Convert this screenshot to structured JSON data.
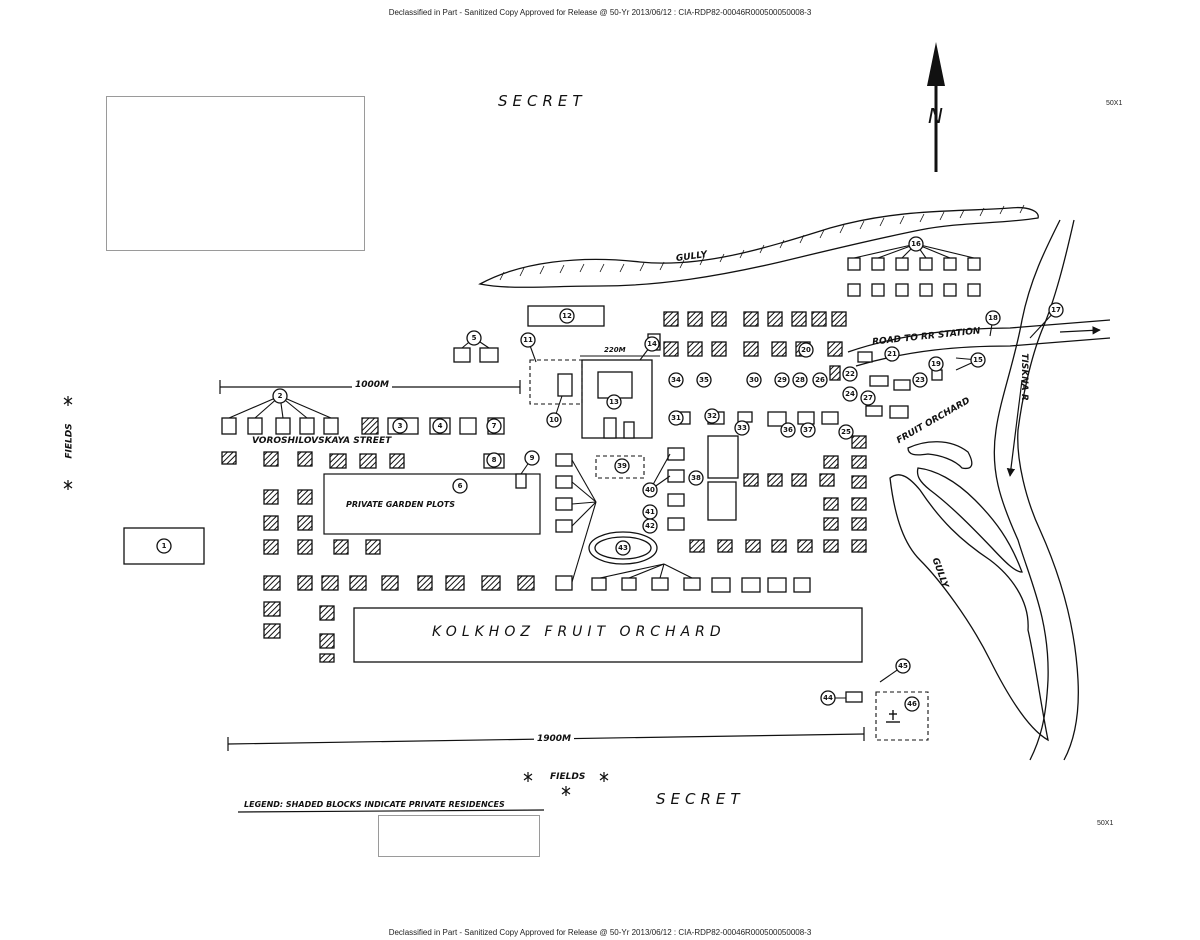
{
  "header": {
    "top": "Declassified in Part - Sanitized Copy Approved for Release  @ 50-Yr 2013/06/12 : CIA-RDP82-00046R000500050008-3",
    "bottom": "Declassified in Part - Sanitized Copy Approved for Release  @ 50-Yr 2013/06/12 : CIA-RDP82-00046R000500050008-3"
  },
  "classification": {
    "top": "SECRET",
    "bottom": "SECRET"
  },
  "side_markers": {
    "top": "50X1",
    "bottom": "50X1"
  },
  "north_label": "N",
  "labels": {
    "gully_north": "GULLY",
    "gully_east": "GULLY",
    "road": "ROAD TO RR STATION",
    "river": "TISKNA R",
    "fruit_orchard_east": "FRUIT ORCHARD",
    "street": "VOROSHILOVSKAYA STREET",
    "private_plots": "PRIVATE GARDEN PLOTS",
    "kolkhoz_orchard": "KOLKHOZ FRUIT ORCHARD",
    "dim_1000": "1000M",
    "dim_220": "220M",
    "dim_1900": "1900M",
    "fields_west": "FIELDS",
    "fields_south": "FIELDS",
    "legend": "LEGEND: SHADED BLOCKS INDICATE PRIVATE RESIDENCES"
  },
  "markers": [
    {
      "n": "1"
    },
    {
      "n": "2"
    },
    {
      "n": "3"
    },
    {
      "n": "4"
    },
    {
      "n": "5"
    },
    {
      "n": "6"
    },
    {
      "n": "7"
    },
    {
      "n": "8"
    },
    {
      "n": "9"
    },
    {
      "n": "10"
    },
    {
      "n": "11"
    },
    {
      "n": "12"
    },
    {
      "n": "13"
    },
    {
      "n": "14"
    },
    {
      "n": "15"
    },
    {
      "n": "16"
    },
    {
      "n": "17"
    },
    {
      "n": "18"
    },
    {
      "n": "19"
    },
    {
      "n": "20"
    },
    {
      "n": "21"
    },
    {
      "n": "22"
    },
    {
      "n": "23"
    },
    {
      "n": "24"
    },
    {
      "n": "25"
    },
    {
      "n": "26"
    },
    {
      "n": "27"
    },
    {
      "n": "28"
    },
    {
      "n": "29"
    },
    {
      "n": "30"
    },
    {
      "n": "31"
    },
    {
      "n": "32"
    },
    {
      "n": "33"
    },
    {
      "n": "34"
    },
    {
      "n": "35"
    },
    {
      "n": "36"
    },
    {
      "n": "37"
    },
    {
      "n": "38"
    },
    {
      "n": "39"
    },
    {
      "n": "40"
    },
    {
      "n": "41"
    },
    {
      "n": "42"
    },
    {
      "n": "43"
    },
    {
      "n": "44"
    },
    {
      "n": "45"
    },
    {
      "n": "46"
    }
  ]
}
